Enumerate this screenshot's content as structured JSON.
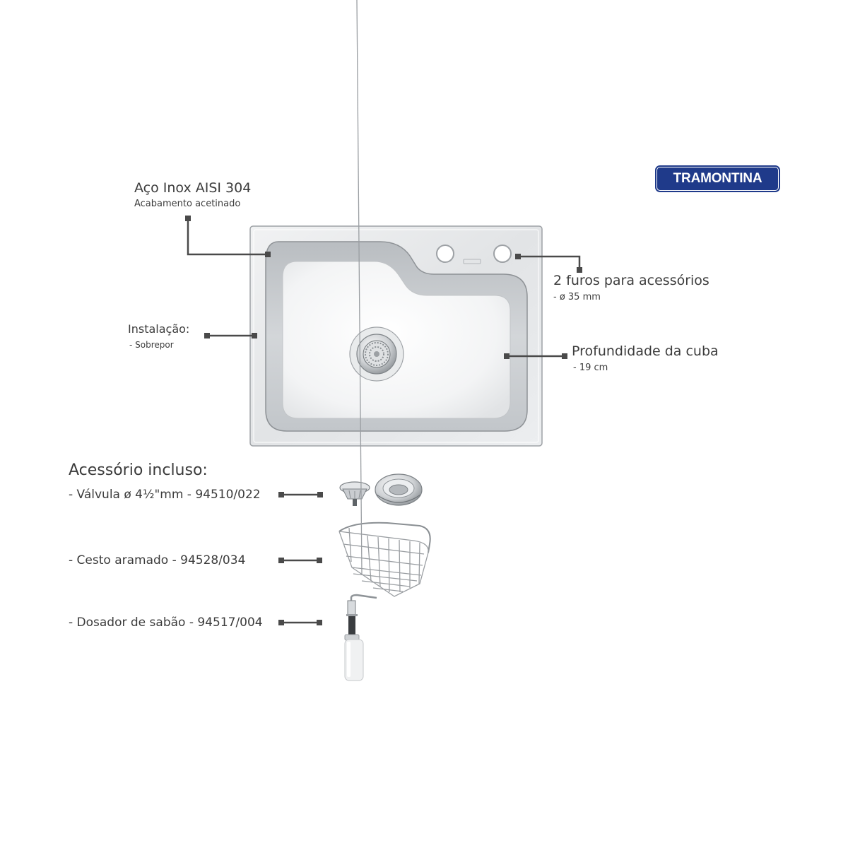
{
  "brand": {
    "name": "TRAMONTINA",
    "color": "#1f3a8a"
  },
  "callouts": {
    "material": {
      "title": "Aço Inox AISI 304",
      "subtitle": "Acabamento acetinado"
    },
    "holes": {
      "title": "2 furos para acessórios",
      "subtitle": "- ø 35 mm"
    },
    "installation": {
      "title": "Instalação:",
      "subtitle": "- Sobrepor"
    },
    "depth": {
      "title": "Profundidade da cuba",
      "subtitle": "- 19 cm"
    }
  },
  "accessories": {
    "heading": "Acessório incluso:",
    "items": [
      {
        "label": "- Válvula ø 4½\"mm - 94510/022",
        "icon": "drain-valve-icon"
      },
      {
        "label": "- Cesto aramado - 94528/034",
        "icon": "wire-basket-icon"
      },
      {
        "label": "- Dosador de sabão - 94517/004",
        "icon": "soap-dispenser-icon"
      }
    ]
  },
  "colors": {
    "leader": "#4a4a4a",
    "steel": "#d9dcdf",
    "steel_dark": "#a9adb1"
  }
}
